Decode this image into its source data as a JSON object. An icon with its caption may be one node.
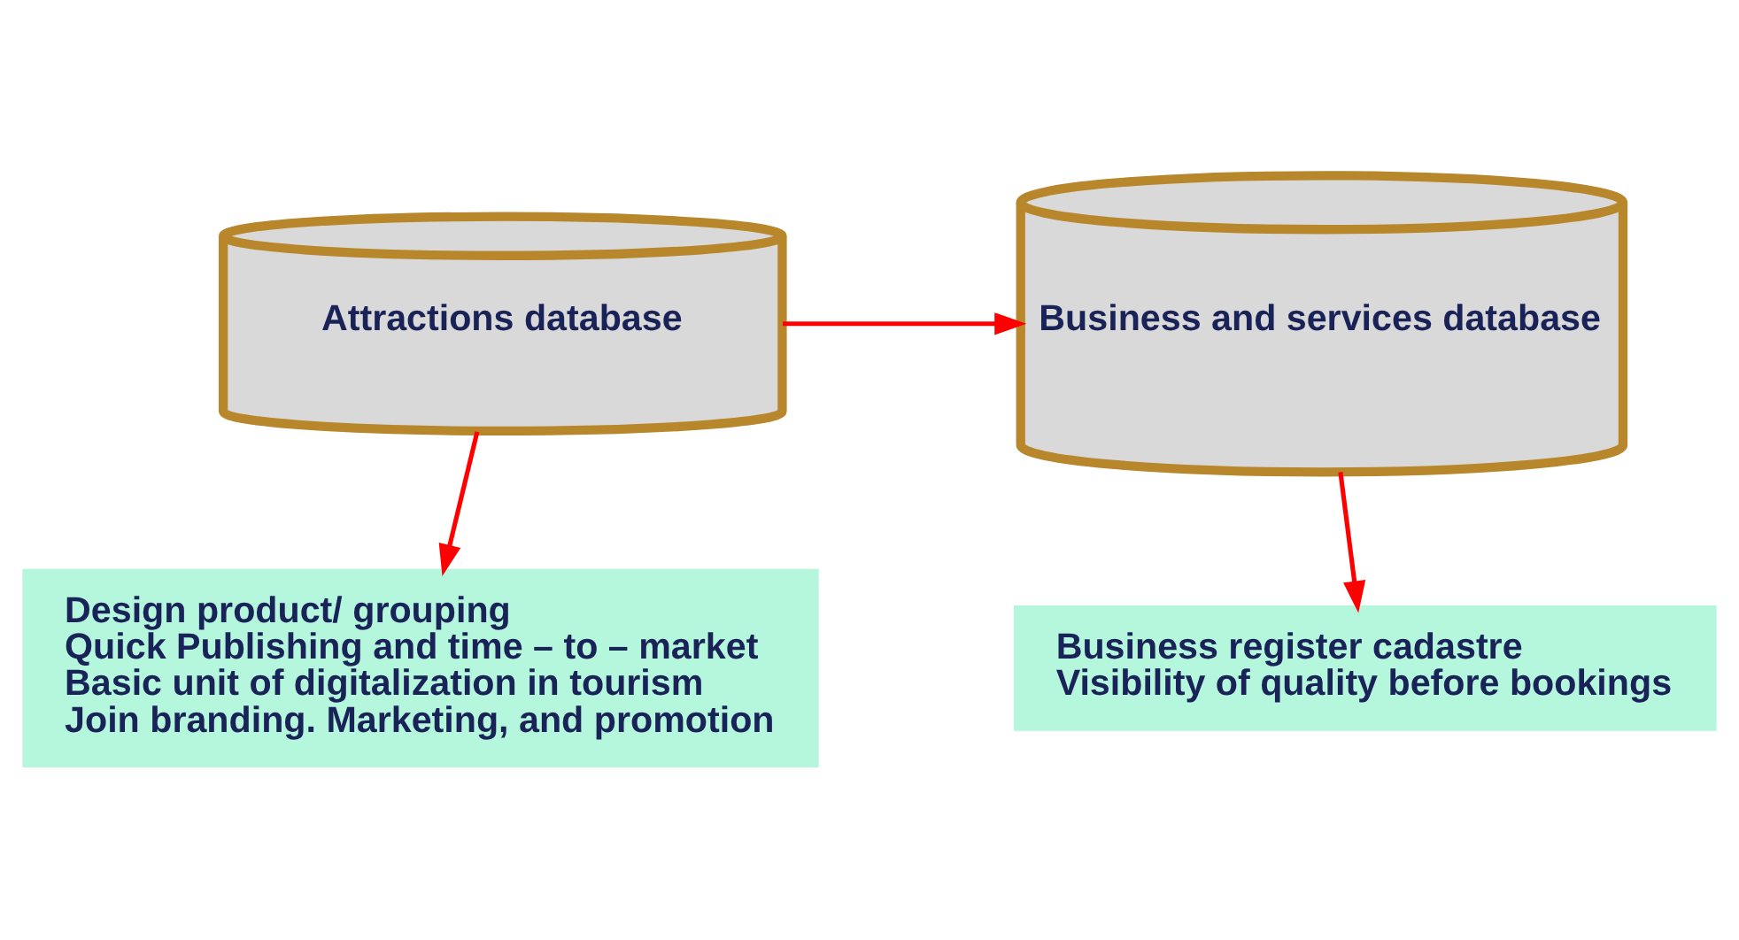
{
  "diagram": {
    "nodes": [
      {
        "text": [
          "Attractions database"
        ]
      },
      {
        "text": [
          "Business and services database"
        ]
      },
      {
        "text": [
          "Design product/ grouping",
          "Quick Publishing and time – to – market",
          "Basic unit of digitalization in tourism",
          "Join branding. Marketing, and promotion"
        ]
      },
      {
        "text": [
          "Business register cadastre",
          "Visibility of quality before bookings"
        ]
      }
    ],
    "edges": [
      {
        "from": 0,
        "to": 1,
        "arrow": "to"
      },
      {
        "from": 0,
        "to": 2,
        "arrow": "to"
      },
      {
        "from": 1,
        "to": 3,
        "arrow": "to"
      }
    ]
  }
}
